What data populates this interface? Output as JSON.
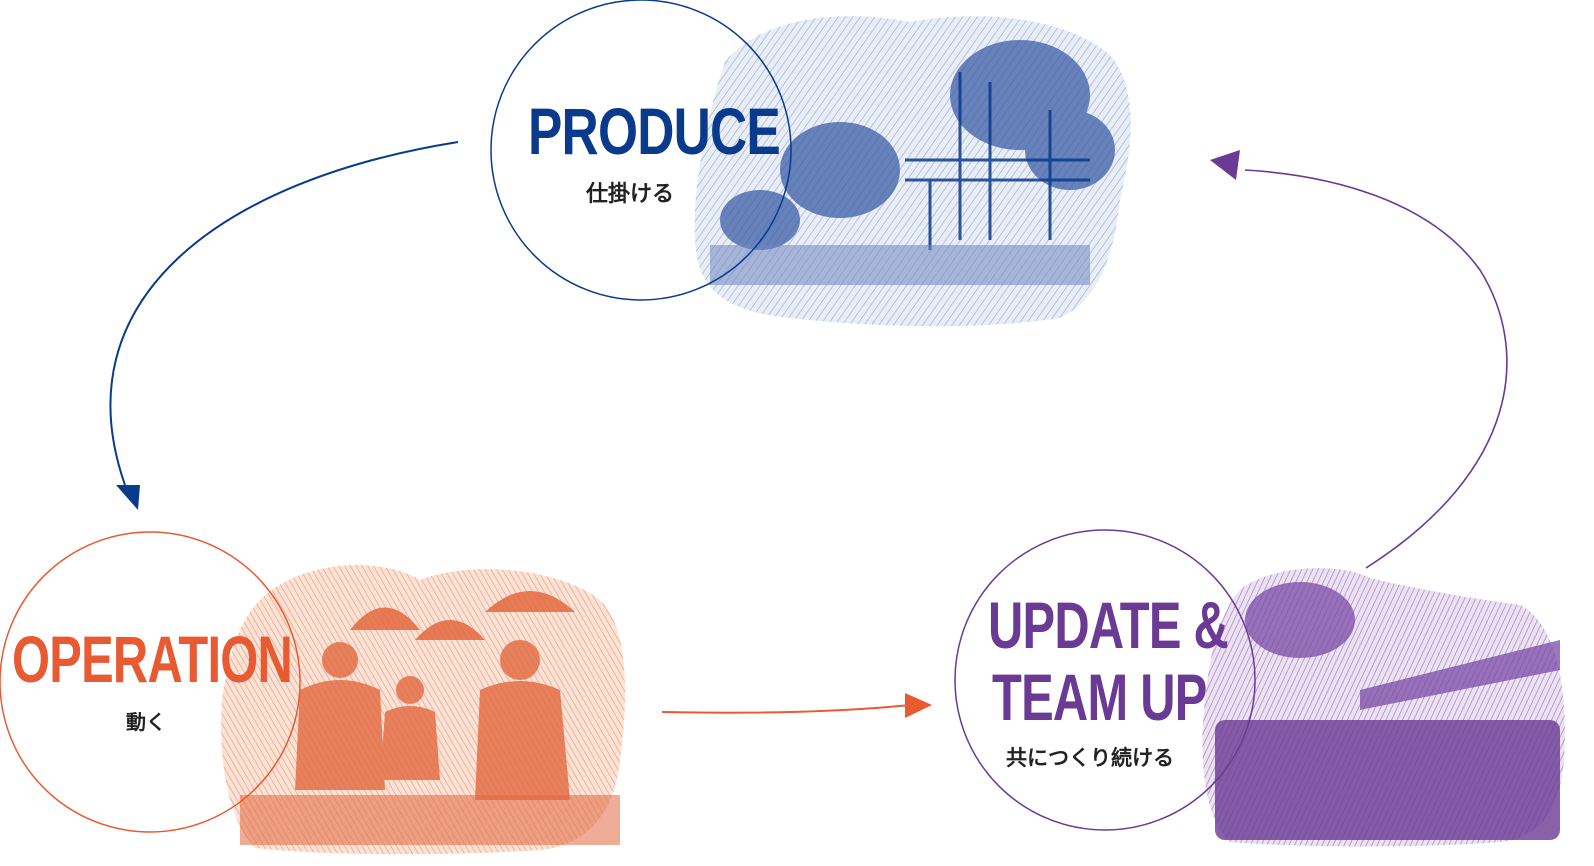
{
  "colors": {
    "produce": "#0a3a8c",
    "operation": "#e85a32",
    "update": "#6a3a94"
  },
  "stages": {
    "produce": {
      "title": "PRODUCE",
      "subtitle": "仕掛ける"
    },
    "operation": {
      "title": "OPERATION",
      "subtitle": "動く"
    },
    "update": {
      "title_line1": "UPDATE &",
      "title_line2": "TEAM UP",
      "subtitle": "共につくり続ける"
    }
  },
  "illustrations": {
    "produce": "park-pavilion-sketch",
    "operation": "kitchen-chefs-sketch",
    "update": "market-crowd-sketch"
  },
  "flow": [
    "produce",
    "operation",
    "update",
    "produce"
  ]
}
